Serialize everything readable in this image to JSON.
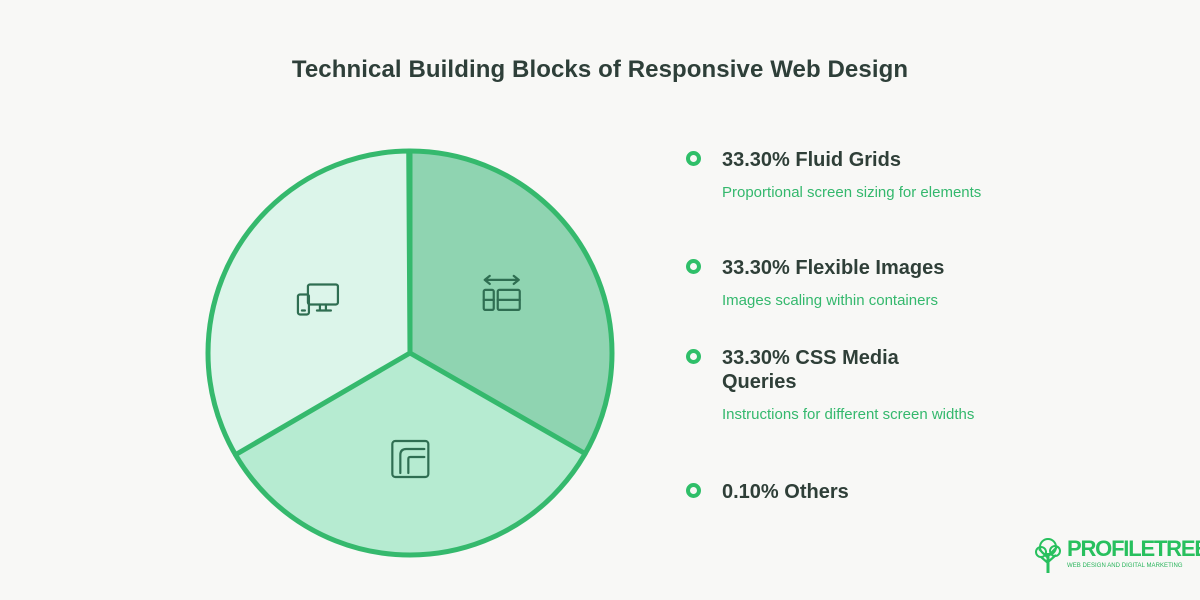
{
  "header": {
    "title": "Technical Building Blocks of Responsive Web Design"
  },
  "chart_data": {
    "type": "pie",
    "title": "Technical Building Blocks of Responsive Web Design",
    "categories": [
      "Fluid Grids",
      "Flexible Images",
      "CSS Media Queries",
      "Others"
    ],
    "values": [
      33.3,
      33.3,
      33.3,
      0.1
    ],
    "labels": [
      "33.30% Fluid Grids",
      "33.30% Flexible Images",
      "33.30% CSS Media Queries",
      "0.10% Others"
    ],
    "descriptions": [
      "Proportional screen sizing for elements",
      "Images scaling within containers",
      "Instructions for different screen widths",
      ""
    ],
    "icons": [
      "resize-grid-icon",
      "image-frame-icon",
      "devices-icon",
      ""
    ],
    "colors": [
      "#8fd4b1",
      "#b6ebd1",
      "#dcf5ea",
      "#2fbf69"
    ],
    "outline_color": "#35b96d",
    "legend_placement": "right"
  },
  "branding": {
    "name": "PROFILETREE",
    "tagline": "WEB DESIGN AND DIGITAL MARKETING",
    "color": "#28c05e"
  }
}
